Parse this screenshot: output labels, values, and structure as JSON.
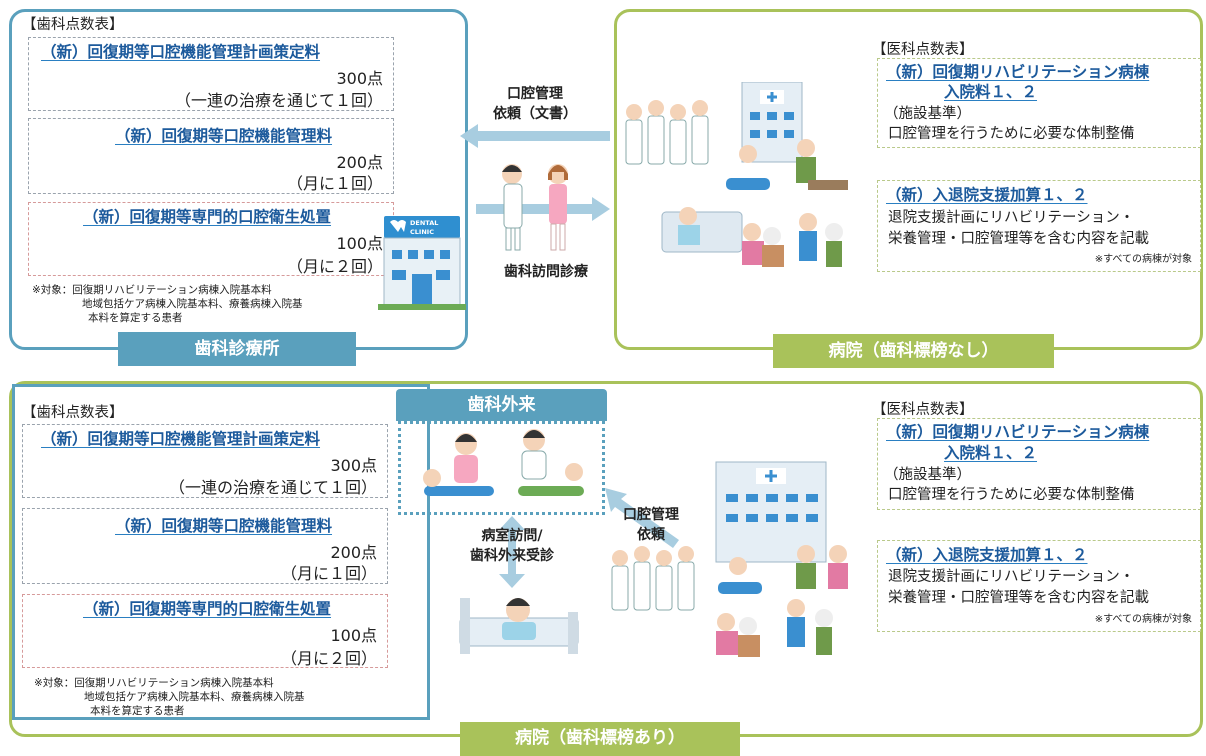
{
  "top": {
    "clinic": {
      "header": "【歯科点数表】",
      "items": [
        {
          "title": "（新）回復期等口腔機能管理計画策定料",
          "points": "300点",
          "freq": "（一連の治療を通じて１回）"
        },
        {
          "title": "（新）回復期等口腔機能管理料",
          "points": "200点",
          "freq": "（月に１回）"
        },
        {
          "title": "（新）回復期等専門的口腔衛生処置",
          "points": "100点",
          "freq": "（月に２回）"
        }
      ],
      "note_line1": "※対象：回復期リハビリテーション病棟入院基本料",
      "note_line2": "地域包括ケア病棟入院基本料、療養病棟入院基",
      "note_line3": "本料を算定する患者",
      "footer": "歯科診療所",
      "sign": "DENTAL CLINIC"
    },
    "arrow_request_line1": "口腔管理",
    "arrow_request_line2": "依頼（文書）",
    "arrow_visit": "歯科訪問診療",
    "hospital": {
      "header": "【医科点数表】",
      "item1_title_line1": "（新）回復期リハビリテーション病棟",
      "item1_title_line2": "入院料１、２",
      "item1_line1": "（施設基準）",
      "item1_line2": "口腔管理を行うために必要な体制整備",
      "item2_title": "（新）入退院支援加算１、２",
      "item2_line1": "退院支援計画にリハビリテーション・",
      "item2_line2": "栄養管理・口腔管理等を含む内容を記載",
      "item2_note": "※すべての病棟が対象",
      "footer": "病院（歯科標榜なし）"
    }
  },
  "bottom": {
    "dental": {
      "header": "【歯科点数表】",
      "items": [
        {
          "title": "（新）回復期等口腔機能管理計画策定料",
          "points": "300点",
          "freq": "（一連の治療を通じて１回）"
        },
        {
          "title": "（新）回復期等口腔機能管理料",
          "points": "200点",
          "freq": "（月に１回）"
        },
        {
          "title": "（新）回復期等専門的口腔衛生処置",
          "points": "100点",
          "freq": "（月に２回）"
        }
      ],
      "note_line1": "※対象：回復期リハビリテーション病棟入院基本料",
      "note_line2": "地域包括ケア病棟入院基本料、療養病棟入院基",
      "note_line3": "本料を算定する患者"
    },
    "outpatient_label": "歯科外来",
    "ward_visit_line1": "病室訪問/",
    "ward_visit_line2": "歯科外来受診",
    "request_line1": "口腔管理",
    "request_line2": "依頼",
    "medical": {
      "header": "【医科点数表】",
      "item1_title_line1": "（新）回復期リハビリテーション病棟",
      "item1_title_line2": "入院料１、２",
      "item1_line1": "（施設基準）",
      "item1_line2": "口腔管理を行うために必要な体制整備",
      "item2_title": "（新）入退院支援加算１、２",
      "item2_line1": "退院支援計画にリハビリテーション・",
      "item2_line2": "栄養管理・口腔管理等を含む内容を記載",
      "item2_note": "※すべての病棟が対象"
    },
    "footer": "病院（歯科標榜あり）"
  },
  "colors": {
    "blue_frame": "#5aa0bd",
    "green_frame": "#a9c25a",
    "title_blue": "#1c5a9c",
    "arrow": "#a8cde0"
  }
}
